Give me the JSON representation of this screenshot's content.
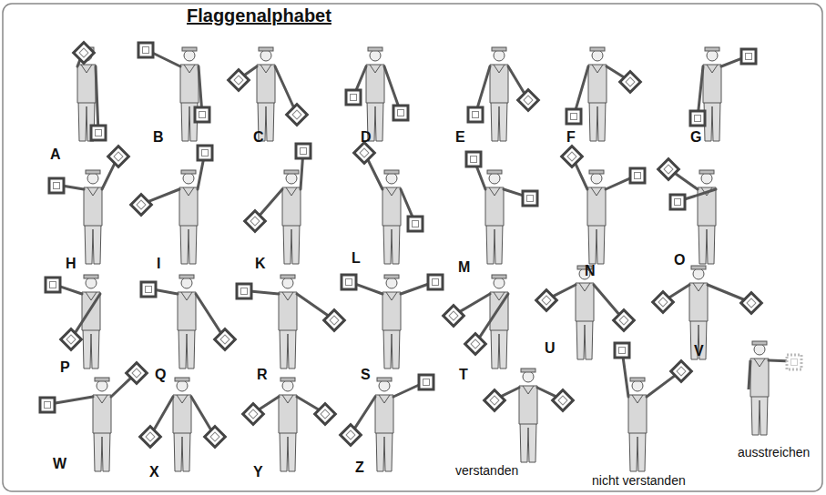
{
  "diagram": {
    "title": "Flaggenalphabet",
    "labels": [
      "A",
      "B",
      "C",
      "D",
      "E",
      "F",
      "G",
      "H",
      "I",
      "K",
      "L",
      "M",
      "N",
      "O",
      "P",
      "Q",
      "R",
      "S",
      "T",
      "U",
      "V",
      "W",
      "X",
      "Y",
      "Z",
      "verstanden",
      "nicht verstanden",
      "ausstreichen"
    ]
  }
}
